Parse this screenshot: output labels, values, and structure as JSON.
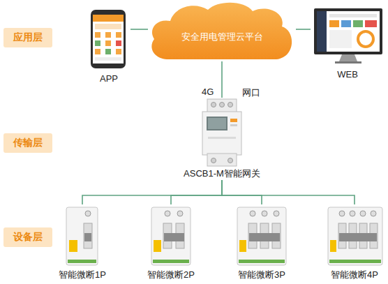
{
  "diagram": {
    "nodes": [
      {
        "text": [
          "应用层"
        ]
      },
      {
        "text": [
          "APP"
        ]
      },
      {
        "text": [
          "安全用电管理云平台"
        ]
      },
      {
        "text": [
          "WEB"
        ]
      },
      {
        "text": [
          "传输层"
        ]
      },
      {
        "text": [
          "ASCB1-M智能网关"
        ]
      },
      {
        "text": [
          "设备层"
        ]
      },
      {
        "text": [
          "智能微断1P"
        ]
      },
      {
        "text": [
          "智能微断2P"
        ]
      },
      {
        "text": [
          "智能微断3P"
        ]
      },
      {
        "text": [
          "智能微断4P"
        ]
      }
    ],
    "edges": [
      {
        "from": 2,
        "to": 1,
        "arrow": "none"
      },
      {
        "from": 2,
        "to": 3,
        "arrow": "none"
      },
      {
        "from": 2,
        "to": 5,
        "arrow": "none"
      },
      {
        "from": 5,
        "to": 7,
        "arrow": "none"
      },
      {
        "from": 5,
        "to": 8,
        "arrow": "none"
      },
      {
        "from": 5,
        "to": 9,
        "arrow": "none"
      },
      {
        "from": 5,
        "to": 10,
        "arrow": "none"
      }
    ],
    "labels": [
      "4G",
      "网口"
    ]
  }
}
